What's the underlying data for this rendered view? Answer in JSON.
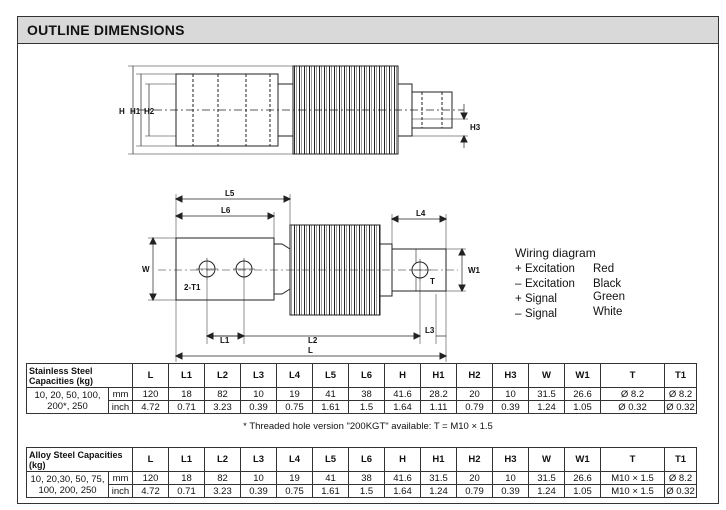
{
  "title": "OUTLINE DIMENSIONS",
  "dims": {
    "top": {
      "H": "H",
      "H1": "H1",
      "H2": "H2",
      "H3": "H3"
    },
    "bottom": {
      "L": "L",
      "L1": "L1",
      "L2": "L2",
      "L3": "L3",
      "L4": "L4",
      "L5": "L5",
      "L6": "L6",
      "W": "W",
      "W1": "W1",
      "T": "T",
      "T1": "2-T1"
    }
  },
  "wiring": {
    "title": "Wiring diagram",
    "rows": [
      {
        "sign": "+",
        "name": "Excitation",
        "color": "Red"
      },
      {
        "sign": "–",
        "name": "Excitation",
        "color": "Black"
      },
      {
        "sign": "+",
        "name": "Signal",
        "color": "Green"
      },
      {
        "sign": "–",
        "name": "Signal",
        "color": "White"
      }
    ]
  },
  "table1": {
    "caption": "Stainless Steel Capacities (kg)",
    "headers": [
      "L",
      "L1",
      "L2",
      "L3",
      "L4",
      "L5",
      "L6",
      "H",
      "H1",
      "H2",
      "H3",
      "W",
      "W1",
      "T",
      "T1"
    ],
    "capacities": "10, 20, 50, 100, 200*, 250",
    "rows": [
      {
        "unit": "mm",
        "values": [
          "120",
          "18",
          "82",
          "10",
          "19",
          "41",
          "38",
          "41.6",
          "28.2",
          "20",
          "10",
          "31.5",
          "26.6",
          "Ø 8.2",
          "Ø 8.2"
        ]
      },
      {
        "unit": "inch",
        "values": [
          "4.72",
          "0.71",
          "3.23",
          "0.39",
          "0.75",
          "1.61",
          "1.5",
          "1.64",
          "1.11",
          "0.79",
          "0.39",
          "1.24",
          "1.05",
          "Ø 0.32",
          "Ø 0.32"
        ]
      }
    ]
  },
  "note": "* Threaded hole version \"200KGT\" available: T = M10 × 1.5",
  "table2": {
    "caption": "Alloy Steel Capacities (kg)",
    "headers": [
      "L",
      "L1",
      "L2",
      "L3",
      "L4",
      "L5",
      "L6",
      "H",
      "H1",
      "H2",
      "H3",
      "W",
      "W1",
      "T",
      "T1"
    ],
    "capacities": "10, 20,30, 50, 75, 100, 200, 250",
    "rows": [
      {
        "unit": "mm",
        "values": [
          "120",
          "18",
          "82",
          "10",
          "19",
          "41",
          "38",
          "41.6",
          "31.5",
          "20",
          "10",
          "31.5",
          "26.6",
          "M10 × 1.5",
          "Ø 8.2"
        ]
      },
      {
        "unit": "inch",
        "values": [
          "4.72",
          "0.71",
          "3.23",
          "0.39",
          "0.75",
          "1.61",
          "1.5",
          "1.64",
          "1.24",
          "0.79",
          "0.39",
          "1.24",
          "1.05",
          "M10 × 1.5",
          "Ø 0.32"
        ]
      }
    ]
  }
}
